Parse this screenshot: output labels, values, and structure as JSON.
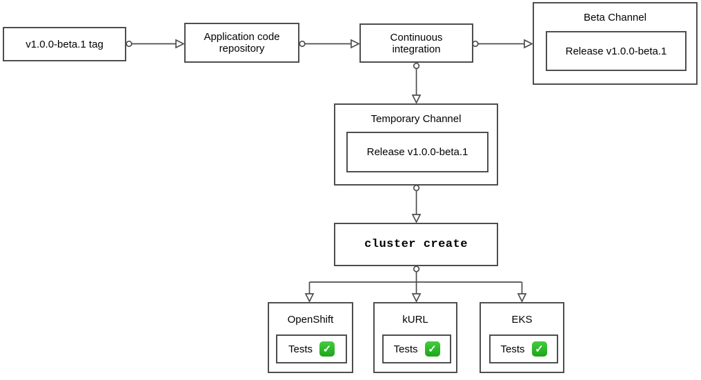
{
  "diagram": {
    "type": "flowchart",
    "colors": {
      "background": "#ffffff",
      "stroke": "#4d4d4d",
      "text": "#000000",
      "check_bg_top": "#44cd3f",
      "check_bg_bottom": "#1ba517",
      "check_mark": "#ffffff"
    },
    "nodes": {
      "tag": {
        "label": "v1.0.0-beta.1 tag"
      },
      "repo": {
        "label": "Application code repository"
      },
      "ci": {
        "label": "Continuous integration"
      },
      "beta_channel": {
        "title": "Beta Channel",
        "release_label": "Release v1.0.0-beta.1"
      },
      "temp_channel": {
        "title": "Temporary Channel",
        "release_label": "Release v1.0.0-beta.1"
      },
      "cluster_create": {
        "label": "cluster create"
      },
      "clusters": [
        {
          "title": "OpenShift",
          "tests_label": "Tests",
          "status": "passed"
        },
        {
          "title": "kURL",
          "tests_label": "Tests",
          "status": "passed"
        },
        {
          "title": "EKS",
          "tests_label": "Tests",
          "status": "passed"
        }
      ]
    },
    "icons": {
      "check_glyph": "✓"
    }
  }
}
